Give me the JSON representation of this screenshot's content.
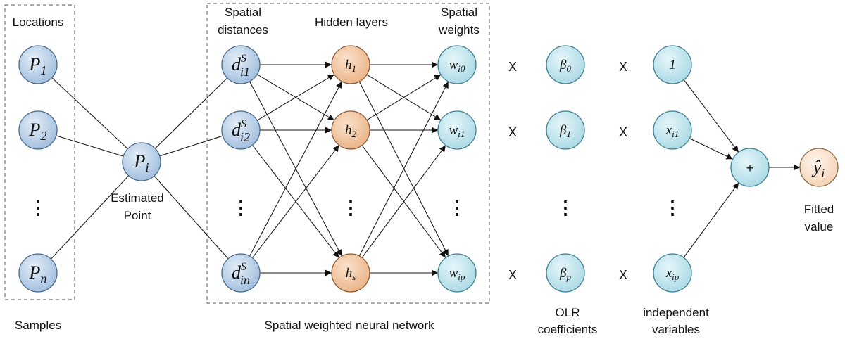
{
  "labels": {
    "locations": "Locations",
    "samples": "Samples",
    "estimated_point_1": "Estimated",
    "estimated_point_2": "Point",
    "spatial_distances_1": "Spatial",
    "spatial_distances_2": "distances",
    "hidden_layers": "Hidden layers",
    "spatial_weights_1": "Spatial",
    "spatial_weights_2": "weights",
    "network": "Spatial weighted neural network",
    "olr_1": "OLR",
    "olr_2": "coefficients",
    "indep_1": "independent",
    "indep_2": "variables",
    "fitted_1": "Fitted",
    "fitted_2": "value",
    "times": "X",
    "plus": "+",
    "ellipsis": "⋮"
  },
  "nodes": {
    "samples": [
      {
        "base": "P",
        "sub": "1"
      },
      {
        "base": "P",
        "sub": "2"
      },
      {
        "base": "P",
        "sub": "n"
      }
    ],
    "estimated": {
      "base": "P",
      "sub": "i"
    },
    "distances": [
      {
        "base": "d",
        "sup": "S",
        "sub": "i1"
      },
      {
        "base": "d",
        "sup": "S",
        "sub": "i2"
      },
      {
        "base": "d",
        "sup": "S",
        "sub": "in"
      }
    ],
    "hidden": [
      {
        "base": "h",
        "sub": "1"
      },
      {
        "base": "h",
        "sub": "2"
      },
      {
        "base": "h",
        "sub": "s"
      }
    ],
    "weights": [
      {
        "base": "w",
        "sub": "i0"
      },
      {
        "base": "w",
        "sub": "i1"
      },
      {
        "base": "w",
        "sub": "ip"
      }
    ],
    "coefficients": [
      {
        "base": "β",
        "sub": "0"
      },
      {
        "base": "β",
        "sub": "1"
      },
      {
        "base": "β",
        "sub": "p"
      }
    ],
    "variables": [
      {
        "base": "1",
        "sub": ""
      },
      {
        "base": "x",
        "sub": "i1"
      },
      {
        "base": "x",
        "sub": "ip"
      }
    ],
    "output": {
      "base": "ŷ",
      "sub": "i"
    }
  },
  "colors": {
    "blue_node": "#b4cce6",
    "orange_node": "#f2c8a4",
    "teal_node": "#bfe4ec",
    "peach_node": "#fbe3cf",
    "node_stroke": "#4a6a8a",
    "edge": "#1a1a1a",
    "box": "#777777"
  }
}
